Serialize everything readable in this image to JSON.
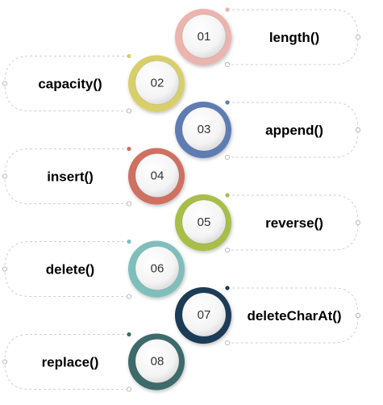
{
  "items": [
    {
      "number": "01",
      "label": "length()",
      "color": "#EBB4AE",
      "side": "right"
    },
    {
      "number": "02",
      "label": "capacity()",
      "color": "#D8CF6A",
      "side": "left"
    },
    {
      "number": "03",
      "label": "append()",
      "color": "#5E7CB2",
      "side": "right"
    },
    {
      "number": "04",
      "label": "insert()",
      "color": "#CF6F60",
      "side": "left"
    },
    {
      "number": "05",
      "label": "reverse()",
      "color": "#A8BE48",
      "side": "right"
    },
    {
      "number": "06",
      "label": "delete()",
      "color": "#7EBFBC",
      "side": "left"
    },
    {
      "number": "07",
      "label": "deleteCharAt()",
      "color": "#1A3A56",
      "side": "right"
    },
    {
      "number": "08",
      "label": "replace()",
      "color": "#3E6A6A",
      "side": "left"
    }
  ],
  "dashed_line_color": "#CFCFCF"
}
